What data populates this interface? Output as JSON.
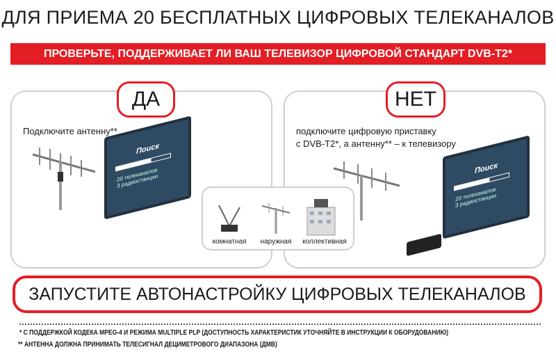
{
  "title": "ДЛЯ ПРИЕМА 20 БЕСПЛАТНЫХ ЦИФРОВЫХ ТЕЛЕКАНАЛОВ",
  "banner": "ПРОВЕРЬТЕ, ПОДДЕРЖИВАЕТ ЛИ ВАШ ТЕЛЕВИЗОР ЦИФРОВОЙ СТАНДАРТ DVB-T2*",
  "yes": {
    "label": "ДА",
    "text": "Подключите антенну**"
  },
  "no": {
    "label": "НЕТ",
    "text1": "подключите цифровую приставку",
    "text2": "с DVB-T2*, а антенну** – к телевизору"
  },
  "tv": {
    "search": "Поиск",
    "channels": "20 телеканалов",
    "radio": "3 радиостанции"
  },
  "antenna_types": [
    "комнатная",
    "наружная",
    "коллективная"
  ],
  "action": "ЗАПУСТИТЕ АВТОНАСТРОЙКУ ЦИФРОВЫХ ТЕЛЕКАНАЛОВ",
  "footnotes": [
    "*  С ПОДДЕРЖКОЙ КОДЕКА MPEG-4 И РЕЖИМА MULTIPLE PLP (ДОСТУПНОСТЬ ХАРАКТЕРИСТИК УТОЧНЯЙТЕ В ИНСТРУКЦИИ К ОБОРУДОВАНИЮ)",
    "** АНТЕННА ДОЛЖНА ПРИНИМАТЬ ТЕЛЕСИГНАЛ ДЕЦИМЕТРОВОГО ДИАПАЗОНА (ДМВ)"
  ],
  "colors": {
    "accent": "#e31e24"
  }
}
